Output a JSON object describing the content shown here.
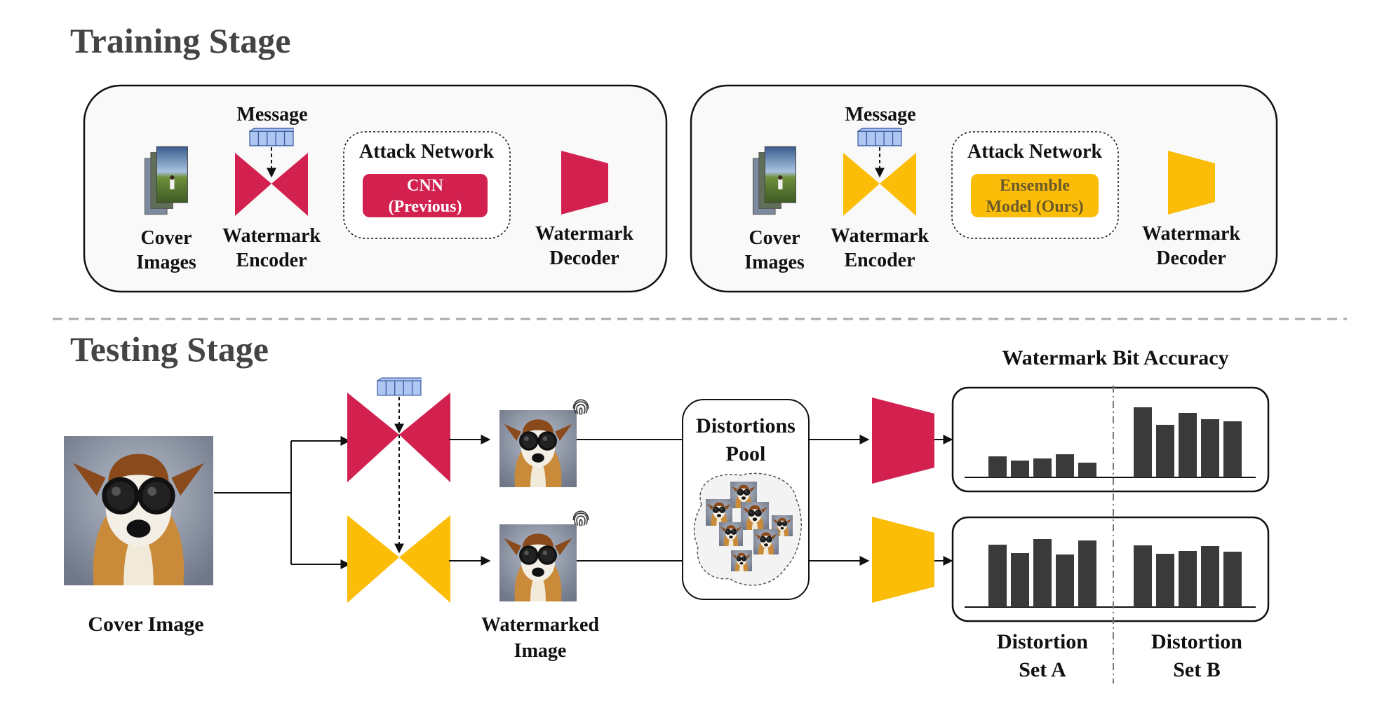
{
  "training": {
    "title": "Training Stage",
    "left": {
      "message_label": "Message",
      "cover_label": [
        "Cover",
        "Images"
      ],
      "encoder_label": [
        "Watermark",
        "Encoder"
      ],
      "attack_title": "Attack Network",
      "attack_pill": [
        "CNN",
        "(Previous)"
      ],
      "decoder_label": [
        "Watermark",
        "Decoder"
      ],
      "color": "#d2204f"
    },
    "right": {
      "message_label": "Message",
      "cover_label": [
        "Cover",
        "Images"
      ],
      "encoder_label": [
        "Watermark",
        "Encoder"
      ],
      "attack_title": "Attack Network",
      "attack_pill": [
        "Ensemble",
        "Model (Ours)"
      ],
      "decoder_label": [
        "Watermark",
        "Decoder"
      ],
      "color": "#fbbd08",
      "pill_text_color": "#6b5a2a"
    }
  },
  "testing": {
    "title": "Testing  Stage",
    "cover_label": "Cover Image",
    "watermarked_label": [
      "Watermarked",
      "Image"
    ],
    "pool_label": [
      "Distortions",
      "Pool"
    ],
    "accuracy_title": "Watermark Bit Accuracy",
    "set_a_label": [
      "Distortion",
      "Set A"
    ],
    "set_b_label": [
      "Distortion",
      "Set B"
    ],
    "bars_top_a": [
      0.3,
      0.24,
      0.27,
      0.33,
      0.21
    ],
    "bars_top_b": [
      1.0,
      0.75,
      0.92,
      0.83,
      0.8
    ],
    "bars_bottom_a": [
      0.89,
      0.77,
      0.97,
      0.75,
      0.95
    ],
    "bars_bottom_b": [
      0.88,
      0.76,
      0.8,
      0.87,
      0.79
    ]
  }
}
